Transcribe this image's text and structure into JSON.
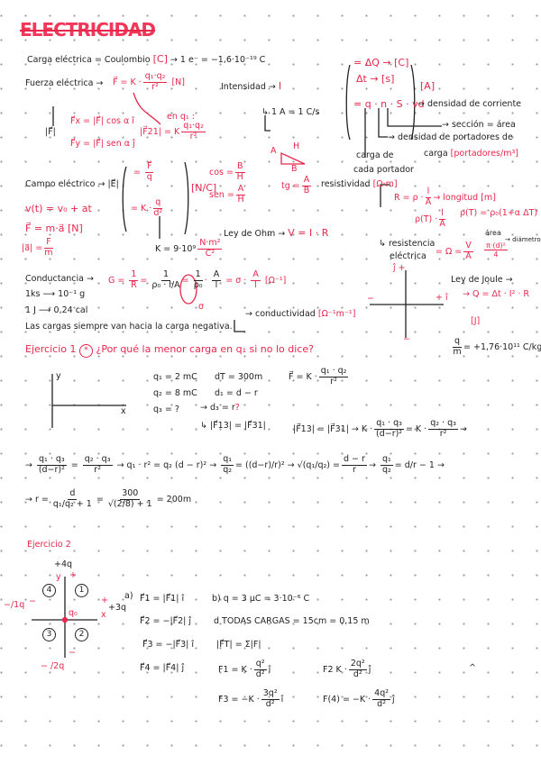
{
  "title": "ELECTRICIDAD",
  "charge": {
    "label": "Carga eléctrica = Coulombio",
    "unit": "[C]",
    "electron": "→ 1 e⁻ = −1,6·10⁻¹⁹ C"
  },
  "force": {
    "label": "Fuerza eléctrica →",
    "lhs": "F⃗ = K ·",
    "num": "q₁·q₂",
    "den": "r²",
    "unit": "[N]",
    "mag": "|F⃗|",
    "fx": "F⃗x = |F⃗| cos α î",
    "fy": "F⃗y = |F⃗| sen α ĵ",
    "en_q1": "en q₁ :",
    "f21_lhs": "|F⃗21| = K",
    "f21_num": "q₁·q₂",
    "f21_den": "r²"
  },
  "intensity": {
    "label": "Intensidad →",
    "symbol": "I",
    "def": "↳ 1 A = 1 C/s",
    "dq": "= ΔQ → [C]",
    "dt": "Δt → [s]",
    "unit": "[A]",
    "formula": "= q · n · S · vd",
    "current_density": "→ densidad de corriente",
    "section": "→ sección = área",
    "carrier_density": "→ densidad de portadores de",
    "carrier_density2": "carga",
    "carrier_unit": "[portadores/m³]",
    "carrier_charge": "carga de",
    "carrier_charge2": "cada portador"
  },
  "trig": {
    "a": "A",
    "h": "H",
    "b": "B",
    "cos": "cos =",
    "cos_n": "B",
    "cos_d": "H",
    "sen": "sen =",
    "sen_n": "A",
    "sen_d": "H",
    "tg": "tg =",
    "tg_n": "A",
    "tg_d": "B"
  },
  "resistivity": {
    "label": "resistividad",
    "unit": "[Ω·m]",
    "r_lhs": "R = ρ ·",
    "r_n": "l",
    "r_d": "A",
    "length": "→ longitud [m]",
    "rt": "ρ(T) ·",
    "rt_n": "l",
    "rt_d": "A",
    "temp": "ρ(T) = ρ₀(1+α ΔT)",
    "area": "área",
    "diameter": "→ diámetro",
    "area_n": "π·(d)²",
    "area_d": "4"
  },
  "ohm": {
    "label": "Ley de Ohm →",
    "formula": "V = I · R",
    "resist": "↳ resistencia",
    "resist2": "eléctrica",
    "unit": "= Ω =",
    "unit_n": "V",
    "unit_d": "A"
  },
  "field": {
    "label": "Campo eléctrico →",
    "symbol": "|E⃗|",
    "f_n": "F⃗",
    "f_d": "q",
    "unit": "[N/C]",
    "k_lhs": "= K ·",
    "k_n": "q",
    "k_d": "d²",
    "k_const": "K = 9·10⁹",
    "k_unit_n": "N·m²",
    "k_unit_d": "C²"
  },
  "kinematics": {
    "velocity": "v(t) = v₀ + at",
    "newton": "F⃗ = m·a⃗ [N]",
    "accel": "|a⃗| =",
    "accel_n": "F",
    "accel_d": "m"
  },
  "conductance": {
    "label": "Conductancia →",
    "g": "G =",
    "g1_n": "1",
    "g1_d": "R",
    "g2_n": "1",
    "g2_d": "ρ₀ · l/A",
    "g3_n": "1",
    "g3_d": "ρ₀",
    "g4_n": "A",
    "g4_d": "l",
    "sigma": "= σ ·",
    "g5_n": "A",
    "g5_d": "l",
    "unit": "[Ω⁻¹]",
    "sigma_mark": "σ",
    "conductivity": "→ conductividad",
    "cond_unit": "[Ω⁻¹m⁻¹]",
    "conv1": "1ks ⟶ 10⁻¹ g",
    "conv2": "1 J ⟶ 0,24 cal",
    "note": "Las cargas siempre van hacia la carga negativa."
  },
  "axes": {
    "j": "ĵ +",
    "minus_top": "−",
    "minus_left": "−",
    "i": "+ î",
    "minus_bottom": "−"
  },
  "joule": {
    "label": "Ley de Joule →",
    "formula": "→ Q = Δt · I² · R",
    "unit": "[J]",
    "ratio_n": "q",
    "ratio_d": "m",
    "ratio": "= +1,76·10¹¹ C/kg"
  },
  "ex1": {
    "title": "Ejercicio 1",
    "star": "*",
    "question": "¿Por qué la menor carga en q₁ si no lo dice?",
    "y": "y",
    "x": "x",
    "q1": "q₁ = 2 mC",
    "q2": "q₂ = 8 mC",
    "q3": "q₃ = ?",
    "dt": "dT = 300m",
    "d1": "d₁ = d − r",
    "d3": "→ d₃ = r",
    "qmark": "?",
    "f_lhs": "F⃗ = K ·",
    "f_n": "q₁ · q₂",
    "f_d": "r²",
    "f13": "↳ |F⃗13| = |F⃗31|",
    "eq1": "|F⃗13| = |F⃗31| → K ·",
    "eq1_n": "q₁ · q₃",
    "eq1_d": "(d−r)²",
    "eq1_mid": "= K ·",
    "eq1_n2": "q₂ · q₃",
    "eq1_d2": "r²",
    "arrow": "→",
    "s1": "→",
    "s1_n": "q₁ · q₃",
    "s1_d": "(d−r)²",
    "s1_eq": "=",
    "s1_n2": "q₂ · q₃",
    "s1_d2": "r²",
    "s2": "→ q₁ · r² = q₂ (d − r)² →",
    "s3_n": "q₁",
    "s3_d": "q₂",
    "s3": "= ((d−r)/r)² →",
    "s4": "√(q₁/q₂) =",
    "s4_n": "d − r",
    "s4_d": "r",
    "s4_arrow": "→",
    "s5_n": "q₁",
    "s5_d": "q₂",
    "s5": "= d/r − 1 →",
    "r_lhs": "→ r =",
    "r_n": "d",
    "r_d": "q₁/q₂ + 1",
    "r_eq": "=",
    "r_n2": "300",
    "r_d2": "√(2/8) + 1",
    "r_res": "= 200m"
  },
  "ex2": {
    "title": "Ejercicio 2",
    "top": "+4q",
    "y": "y",
    "plus": "+",
    "left": "−/1q",
    "left_minus": "−",
    "right": "+3q",
    "right_plus": "+",
    "x": "x",
    "bottom": "− /2q",
    "bottom_minus": "−",
    "q0": "q₀",
    "quadrants": [
      "1",
      "2",
      "3",
      "4"
    ],
    "a": "a)",
    "f1": "F⃗1 = |F⃗1| î",
    "f2": "F⃗2 = −|F⃗2| ĵ",
    "f3": "F⃗3 = −|F⃗3| î",
    "f4": "F⃗4 = |F⃗4| ĵ",
    "b": "b) q = 3 μC = 3·10⁻⁶ C",
    "dist": "d TODAS CARGAS = 15cm = 0,15 m",
    "ft": "|F⃗T| = Σ|F|",
    "e1": "F1 = K ·",
    "e1_n": "q²",
    "e1_d": "d²",
    "e1_u": "î",
    "e2": "F2   K ·",
    "e2_n": "2q²",
    "e2_d": "d²",
    "e2_u": "ĵ",
    "e3": "F3 = −K ·",
    "e3_n": "3q²",
    "e3_d": "d²",
    "e3_u": "î",
    "e4": "F(4) = −K ·",
    "e4_n": "4q²",
    "e4_d": "d²",
    "e4_u": "ĵ",
    "caret": "^"
  }
}
